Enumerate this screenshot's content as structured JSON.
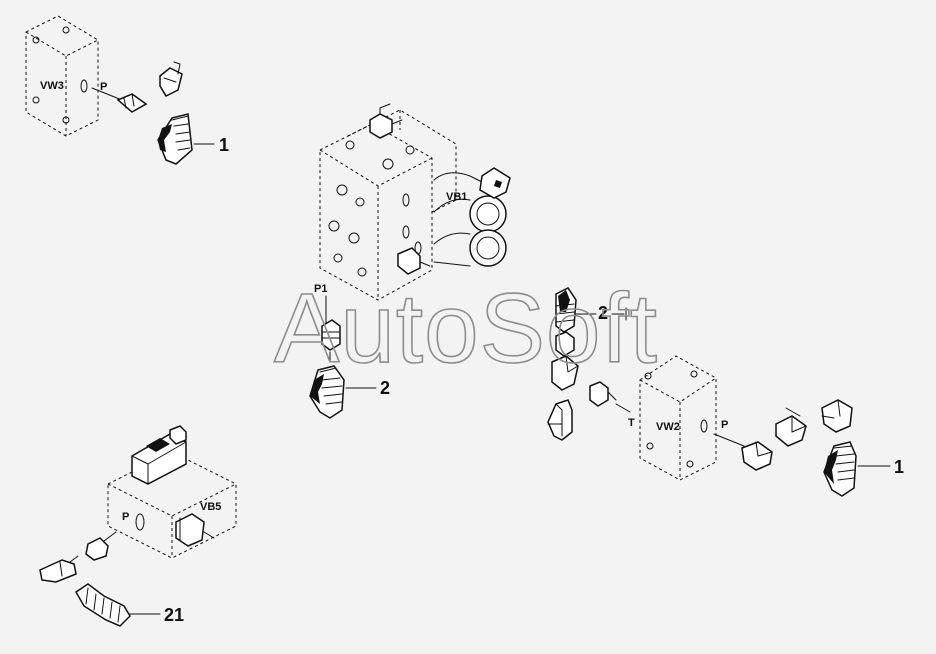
{
  "watermark": "AutoSoft",
  "blocks": {
    "vw3": "VW3",
    "vw2": "VW2",
    "vb1": "VB1",
    "vb5": "VB5"
  },
  "ports": {
    "vw3_p": "P",
    "vw2_p": "P",
    "vw2_t": "T",
    "vb1_p1": "P1",
    "vb5_p": "P"
  },
  "callouts": {
    "top_left": "1",
    "center_bottom": "2",
    "center_right": "2",
    "right": "1",
    "bottom_left": "21"
  },
  "colors": {
    "ink": "#111111",
    "background": "#f3f3f3",
    "watermark": "#8d8d8d"
  }
}
